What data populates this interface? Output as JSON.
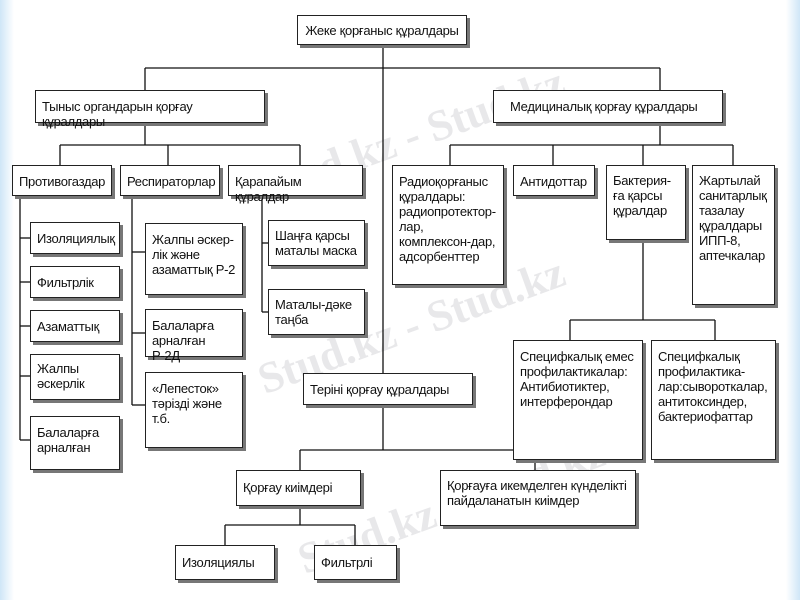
{
  "root": "Жеке қорғаныс құралдары",
  "breathing": "Тыныс органдарын қорғау құралдары",
  "medical": "Медициналық қорғау құралдары",
  "gas_masks": "Противогаздар",
  "respirators": "Респираторлар",
  "simple": "Қарапайым құралдар",
  "gas_mask_types": [
    "Изоляциялық",
    "Фильтрлік",
    "Азаматтық",
    "Жалпы әскерлік",
    "Балаларға арналған"
  ],
  "respirator_types": [
    "Жалпы әскер-лік және азаматтық Р-2",
    "Балаларға арналған Р-2Д",
    "«Лепесток» тәрізді және т.б."
  ],
  "simple_types": [
    "Шаңға қарсы маталы маска",
    "Маталы-дәке таңба"
  ],
  "radio": "Радиоқорғаныс құралдары: радиопротектор-лар, комплексон-дар, адсорбенттер",
  "antidotes": "Антидоттар",
  "antibacterial": "Бактерия-ға қарсы құралдар",
  "sanitary": "Жартылай санитарлық тазалау құралдары ИПП-8, аптечкалар",
  "nonspecific": "Специфкалық емес профилактикалар: Антибиотиктер, интерферондар",
  "specific": "Специфкалық профилактика-лар:сывороткалар, антитоксиндер, бактериофаттар",
  "skin": "Теріні қорғау құралдары",
  "clothing": "Қорғау киімдері",
  "everyday": "Қорғауға икемделген күнделікті пайдаланатын киімдер",
  "isolating": "Изоляциялы",
  "filtering": "Фильтрлі",
  "watermark": "Stud.kz - Stud.kz"
}
